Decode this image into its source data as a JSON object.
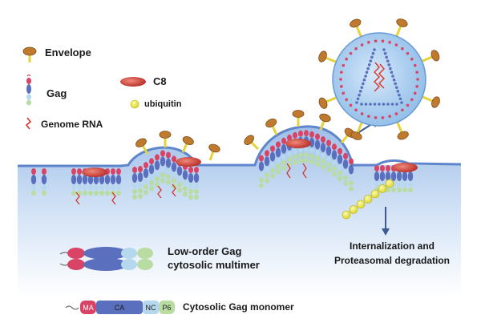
{
  "legend": {
    "envelope": "Envelope",
    "gag": "Gag",
    "genome_rna": "Genome RNA",
    "c8": "C8",
    "ubiquitin": "ubiquitin"
  },
  "annotations": {
    "multimer_line1": "Low-order Gag",
    "multimer_line2": "cytosolic multimer",
    "internalization_line1": "Internalization and",
    "internalization_line2": "Proteasomal degradation",
    "monomer": "Cytosolic Gag monomer"
  },
  "monomer_domains": {
    "ma": "MA",
    "ca": "CA",
    "nc": "NC",
    "p6": "P6"
  },
  "colors": {
    "envelope_head": "#c07a2e",
    "envelope_stem": "#e6d23a",
    "gag_ma": "#d94466",
    "gag_ca": "#5a6fbe",
    "gag_nc": "#b6d8ee",
    "gag_p6": "#b8dca2",
    "c8": "#d23a32",
    "ubiquitin": "#ecec3a",
    "rna": "#d8342c",
    "membrane": "#5f86cc",
    "cytoplasm": "#c9dcf3",
    "virion": "#a9cdf0"
  }
}
